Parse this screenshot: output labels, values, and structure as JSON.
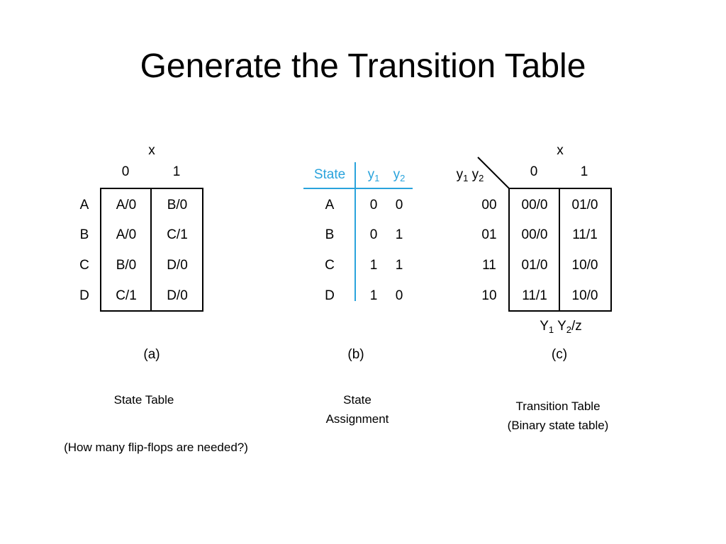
{
  "slide": {
    "title": "Generate the Transition Table"
  },
  "state_table": {
    "input_label": "x",
    "columns": [
      "0",
      "1"
    ],
    "rows": [
      {
        "state": "A",
        "c0": "A/0",
        "c1": "B/0"
      },
      {
        "state": "B",
        "c0": "A/0",
        "c1": "C/1"
      },
      {
        "state": "C",
        "c0": "B/0",
        "c1": "D/0"
      },
      {
        "state": "D",
        "c0": "C/1",
        "c1": "D/0"
      }
    ],
    "part_label": "(a)",
    "caption": "State Table",
    "question": "(How many flip-flops are needed?)"
  },
  "state_assignment": {
    "header_state": "State",
    "header_y1": "y",
    "header_y2": "y",
    "sub1": "1",
    "sub2": "2",
    "rows": [
      {
        "state": "A",
        "y1": "0",
        "y2": "0"
      },
      {
        "state": "B",
        "y1": "0",
        "y2": "1"
      },
      {
        "state": "C",
        "y1": "1",
        "y2": "1"
      },
      {
        "state": "D",
        "y1": "1",
        "y2": "0"
      }
    ],
    "part_label": "(b)",
    "caption_line1": "State",
    "caption_line2": "Assignment",
    "accent_color": "#29a3dc"
  },
  "transition_table": {
    "input_label": "x",
    "corner_y": "y",
    "sub1": "1",
    "sub2": "2",
    "columns": [
      "0",
      "1"
    ],
    "rows": [
      {
        "code": "00",
        "c0": "00/0",
        "c1": "01/0"
      },
      {
        "code": "01",
        "c0": "00/0",
        "c1": "11/1"
      },
      {
        "code": "11",
        "c0": "01/0",
        "c1": "10/0"
      },
      {
        "code": "10",
        "c0": "11/1",
        "c1": "10/0"
      }
    ],
    "output_Y": "Y",
    "output_suffix": "/z",
    "part_label": "(c)",
    "caption_line1": "Transition Table",
    "caption_line2": "(Binary state table)"
  }
}
